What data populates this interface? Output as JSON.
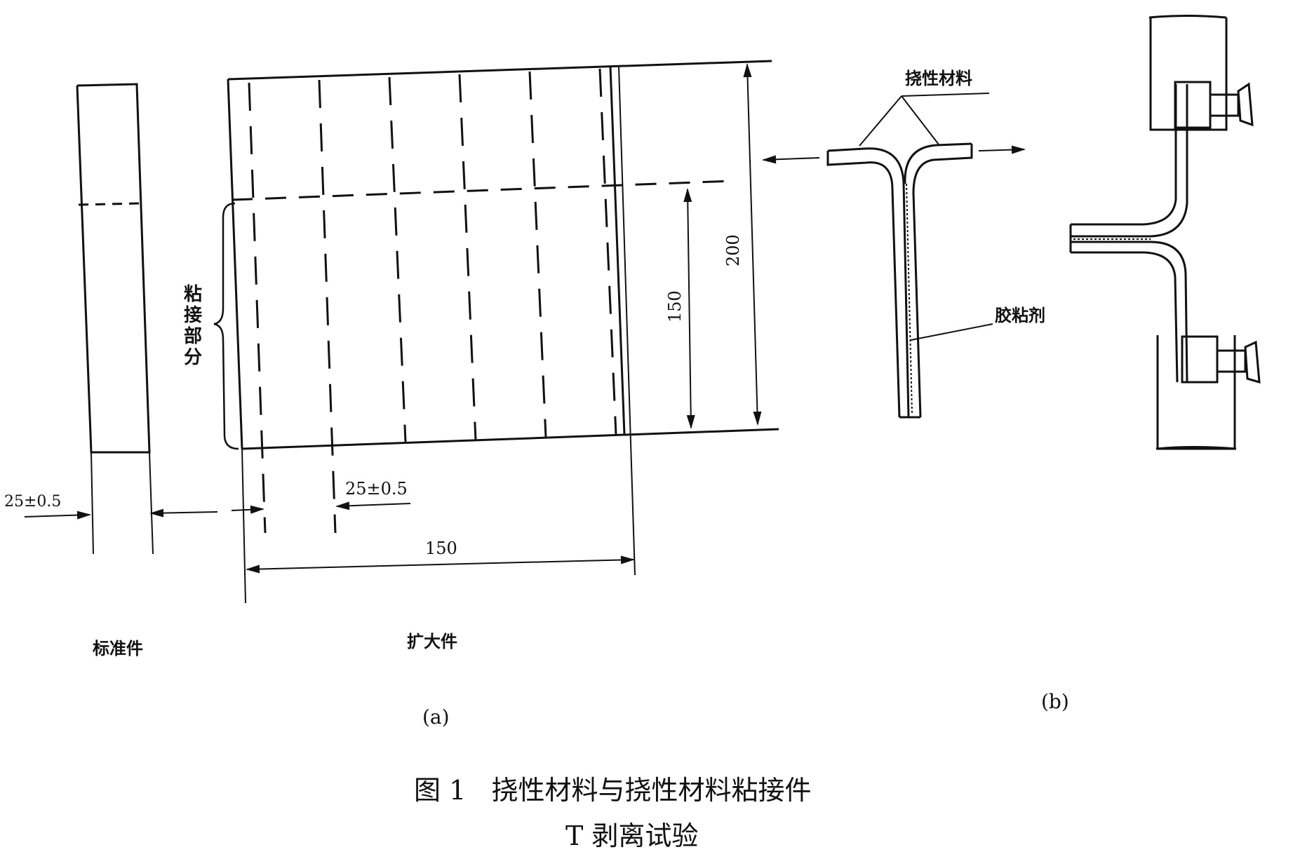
{
  "figure": {
    "caption_line1": "图 1   挠性材料与挠性材料粘接件",
    "caption_line2": "T 剥离试验"
  },
  "panel_a": {
    "label": "(a)",
    "standard_piece_label": "标准件",
    "enlarged_piece_label": "扩大件",
    "bonded_part_label": [
      "粘",
      "接",
      "部",
      "分"
    ],
    "dim_width_left": "25±0.5",
    "dim_width_middle": "25±0.5",
    "dim_length_bottom": "150",
    "dim_bond_length": "150",
    "dim_total_length": "200"
  },
  "panel_b": {
    "label": "(b)",
    "flexible_material_label": "挠性材料",
    "adhesive_label": "胶粘剂"
  }
}
